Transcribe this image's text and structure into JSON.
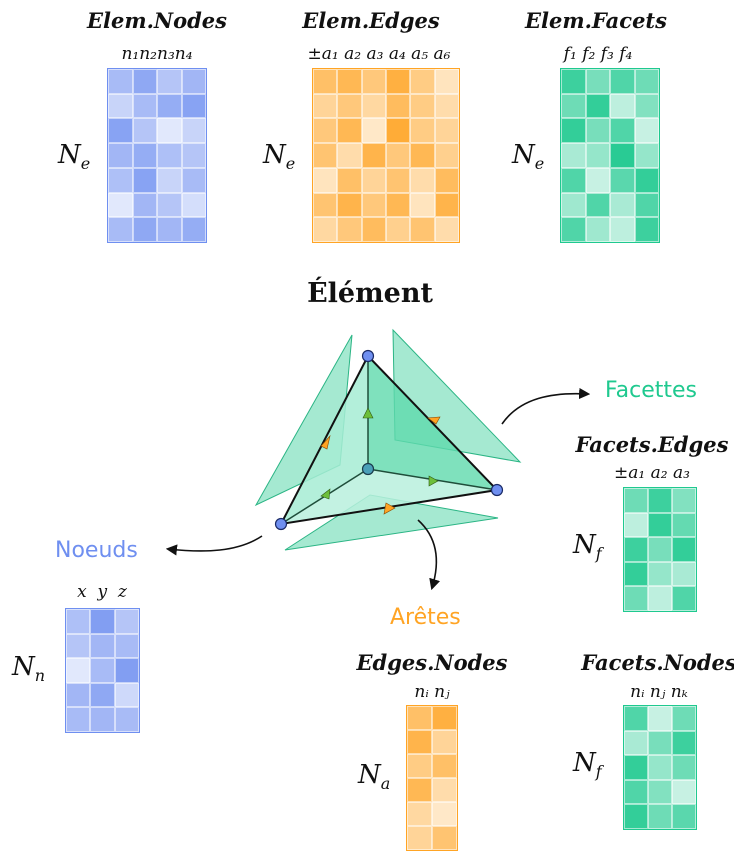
{
  "colors": {
    "blue": "#6f8ff0",
    "orange": "#ffa424",
    "green": "#1fc98f",
    "node_fill": "#6f8ff0",
    "face_fill": "#8fe3c6"
  },
  "title": "Élément",
  "concept_labels": {
    "facettes": "Facettes",
    "noeuds": "Noeuds",
    "aretes": "Arêtes"
  },
  "matrices": [
    {
      "id": "elem-nodes",
      "title": "Elem.Nodes",
      "col_header": "n₁n₂n₃n₄",
      "row_label": "N",
      "row_sub": "e",
      "color": "blue",
      "shades": [
        [
          0.55,
          0.75,
          0.45,
          0.6
        ],
        [
          0.3,
          0.55,
          0.7,
          0.8
        ],
        [
          0.8,
          0.45,
          0.1,
          0.3
        ],
        [
          0.6,
          0.7,
          0.5,
          0.45
        ],
        [
          0.5,
          0.8,
          0.3,
          0.55
        ],
        [
          0.1,
          0.6,
          0.45,
          0.2
        ],
        [
          0.55,
          0.75,
          0.6,
          0.7
        ]
      ]
    },
    {
      "id": "elem-edges",
      "title": "Elem.Edges",
      "col_header": "±a₁ a₂ a₃ a₄ a₅ a₆",
      "row_label": "N",
      "row_sub": "e",
      "color": "orange",
      "shades": [
        [
          0.65,
          0.75,
          0.55,
          0.85,
          0.5,
          0.2
        ],
        [
          0.4,
          0.55,
          0.35,
          0.7,
          0.5,
          0.3
        ],
        [
          0.55,
          0.75,
          0.15,
          0.9,
          0.5,
          0.4
        ],
        [
          0.6,
          0.3,
          0.8,
          0.55,
          0.75,
          0.45
        ],
        [
          0.2,
          0.65,
          0.4,
          0.6,
          0.3,
          0.7
        ],
        [
          0.6,
          0.8,
          0.55,
          0.75,
          0.2,
          0.8
        ],
        [
          0.35,
          0.55,
          0.7,
          0.45,
          0.6,
          0.3
        ]
      ]
    },
    {
      "id": "elem-facets",
      "title": "Elem.Facets",
      "col_header": "f₁ f₂ f₃ f₄",
      "row_label": "N",
      "row_sub": "e",
      "color": "green",
      "shades": [
        [
          0.85,
          0.55,
          0.75,
          0.6
        ],
        [
          0.6,
          0.9,
          0.2,
          0.5
        ],
        [
          0.9,
          0.55,
          0.75,
          0.15
        ],
        [
          0.3,
          0.4,
          0.95,
          0.4
        ],
        [
          0.75,
          0.15,
          0.7,
          0.9
        ],
        [
          0.35,
          0.75,
          0.3,
          0.75
        ],
        [
          0.75,
          0.35,
          0.2,
          0.85
        ]
      ]
    },
    {
      "id": "facets-edges",
      "title": "Facets.Edges",
      "col_header": "±a₁ a₂ a₃",
      "row_label": "N",
      "row_sub": "f",
      "color": "green",
      "shades": [
        [
          0.6,
          0.85,
          0.5
        ],
        [
          0.2,
          0.9,
          0.65
        ],
        [
          0.85,
          0.55,
          0.9
        ],
        [
          0.9,
          0.4,
          0.3
        ],
        [
          0.6,
          0.2,
          0.75
        ]
      ]
    },
    {
      "id": "noeuds",
      "title": "",
      "col_header": "x  y  z",
      "row_label": "N",
      "row_sub": "n",
      "color": "blue",
      "shades": [
        [
          0.5,
          0.85,
          0.45
        ],
        [
          0.45,
          0.6,
          0.55
        ],
        [
          0.1,
          0.55,
          0.85
        ],
        [
          0.6,
          0.75,
          0.25
        ],
        [
          0.55,
          0.6,
          0.55
        ]
      ]
    },
    {
      "id": "edges-nodes",
      "title": "Edges.Nodes",
      "col_header": "nᵢ nⱼ",
      "row_label": "N",
      "row_sub": "a",
      "color": "orange",
      "shades": [
        [
          0.65,
          0.85
        ],
        [
          0.8,
          0.4
        ],
        [
          0.5,
          0.65
        ],
        [
          0.75,
          0.3
        ],
        [
          0.35,
          0.15
        ],
        [
          0.4,
          0.6
        ]
      ]
    },
    {
      "id": "facets-nodes",
      "title": "Facets.Nodes",
      "col_header": "nᵢ nⱼ nₖ",
      "row_label": "N",
      "row_sub": "f",
      "color": "green",
      "shades": [
        [
          0.75,
          0.15,
          0.6
        ],
        [
          0.3,
          0.55,
          0.85
        ],
        [
          0.9,
          0.4,
          0.6
        ],
        [
          0.75,
          0.5,
          0.15
        ],
        [
          0.9,
          0.6,
          0.7
        ]
      ]
    }
  ]
}
